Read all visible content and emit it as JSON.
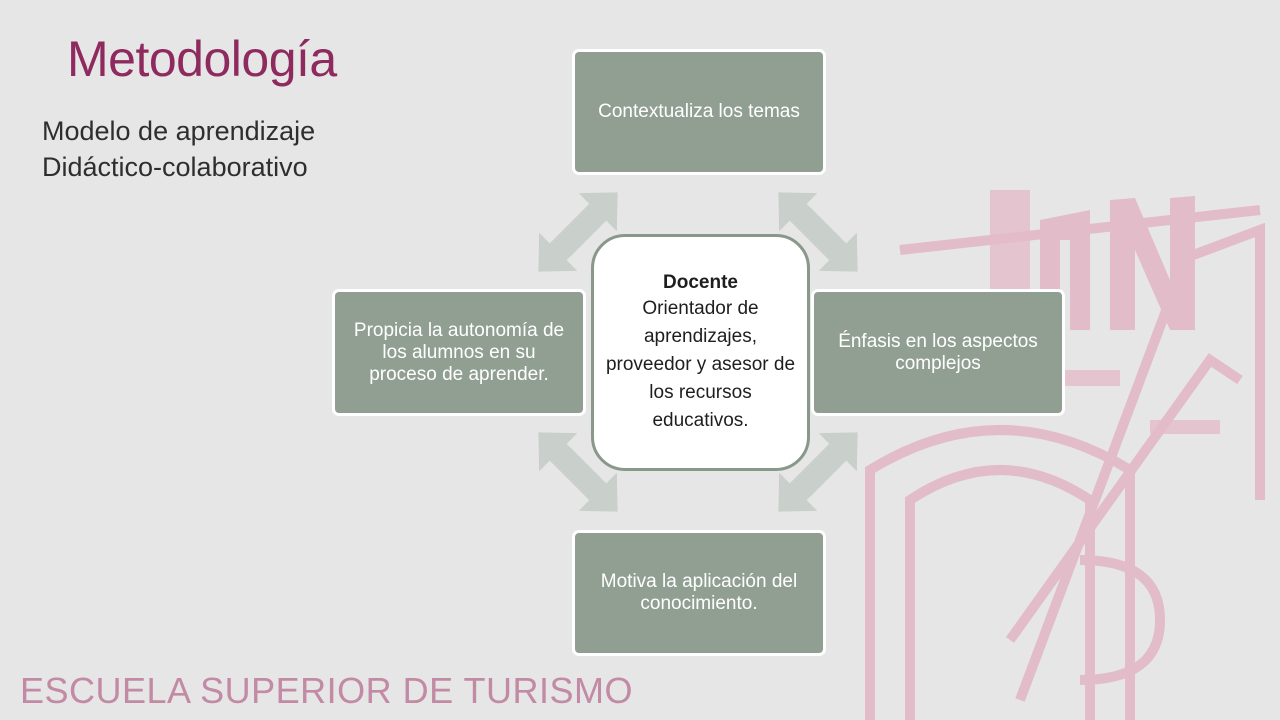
{
  "title": "Metodología",
  "subtitle": {
    "line1": "Modelo de aprendizaje",
    "line2": "Didáctico-colaborativo"
  },
  "diagram": {
    "center": {
      "title": "Docente",
      "description": "Orientador de aprendizajes, proveedor y asesor de los recursos educativos."
    },
    "nodes": {
      "top": "Contextualiza los temas",
      "right": "Énfasis en los aspectos complejos",
      "bottom": "Motiva la aplicación del conocimiento.",
      "left": "Propicia la autonomía de los alumnos en su proceso de aprender."
    }
  },
  "footer": "ESCUELA SUPERIOR DE TURISMO",
  "colors": {
    "background": "#e6e6e6",
    "title": "#8e2a5e",
    "node_fill": "#919f93",
    "arrow": "#c9cfca",
    "footer": "#c28aa4",
    "watermark": "#e3bcc9"
  }
}
